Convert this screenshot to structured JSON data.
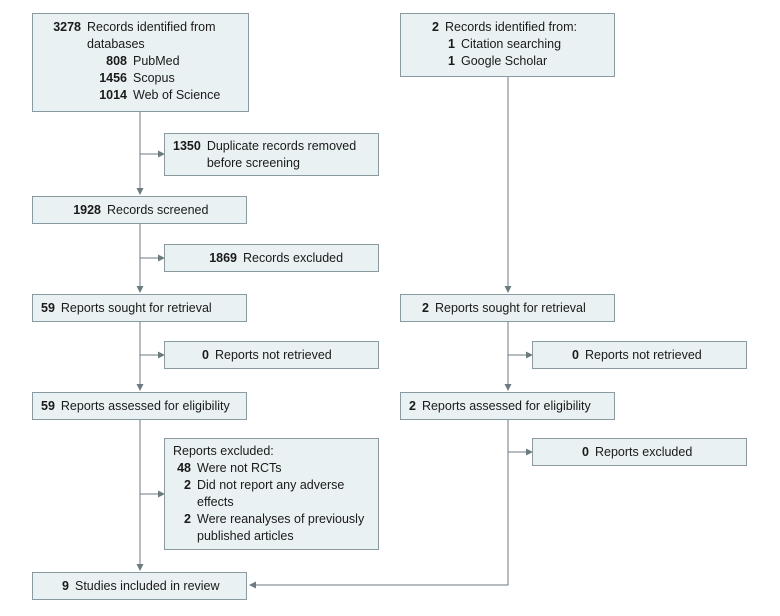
{
  "left": {
    "identified": {
      "count": "3278",
      "label": "Records identified from databases",
      "sources": [
        {
          "count": "808",
          "label": "PubMed"
        },
        {
          "count": "1456",
          "label": "Scopus"
        },
        {
          "count": "1014",
          "label": "Web of Science"
        }
      ]
    },
    "duplicates": {
      "count": "1350",
      "label": "Duplicate records removed before screening"
    },
    "screened": {
      "count": "1928",
      "label": "Records screened"
    },
    "excluded": {
      "count": "1869",
      "label": "Records excluded"
    },
    "sought": {
      "count": "59",
      "label": "Reports sought for retrieval"
    },
    "not_retrieved": {
      "count": "0",
      "label": "Reports not retrieved"
    },
    "assessed": {
      "count": "59",
      "label": "Reports assessed for eligibility"
    },
    "reports_excluded": {
      "title": "Reports excluded:",
      "reasons": [
        {
          "count": "48",
          "label": "Were not RCTs"
        },
        {
          "count": "2",
          "label": "Did not report any adverse effects"
        },
        {
          "count": "2",
          "label": "Were reanalyses of previously published articles"
        }
      ]
    },
    "included": {
      "count": "9",
      "label": "Studies included in review"
    }
  },
  "right": {
    "identified": {
      "count": "2",
      "label": "Records identified from:",
      "sources": [
        {
          "count": "1",
          "label": "Citation searching"
        },
        {
          "count": "1",
          "label": "Google Scholar"
        }
      ]
    },
    "sought": {
      "count": "2",
      "label": "Reports sought for retrieval"
    },
    "not_retrieved": {
      "count": "0",
      "label": "Reports not retrieved"
    },
    "assessed": {
      "count": "2",
      "label": "Reports assessed for eligibility"
    },
    "excluded": {
      "count": "0",
      "label": "Reports excluded"
    }
  }
}
